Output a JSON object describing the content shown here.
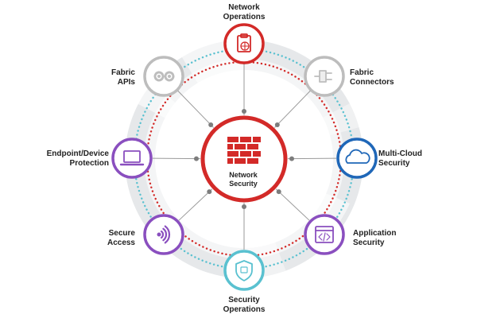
{
  "center": {
    "label": "Network\nSecurity",
    "icon": "firewall-icon",
    "color": "#d32a28"
  },
  "nodes": [
    {
      "key": "netops",
      "label": "Network\nOperations",
      "icon": "clipboard-globe-icon",
      "color": "#d32a28"
    },
    {
      "key": "conn",
      "label": "Fabric\nConnectors",
      "icon": "plug-icon",
      "color": "#bdbdbd"
    },
    {
      "key": "cloud",
      "label": "Multi-Cloud\nSecurity",
      "icon": "cloud-icon",
      "color": "#1f67b8"
    },
    {
      "key": "app",
      "label": "Application\nSecurity",
      "icon": "code-window-icon",
      "color": "#8a4fbf"
    },
    {
      "key": "secops",
      "label": "Security\nOperations",
      "icon": "shield-icon",
      "color": "#5ac1d0"
    },
    {
      "key": "secure",
      "label": "Secure\nAccess",
      "icon": "wireless-icon",
      "color": "#8a4fbf"
    },
    {
      "key": "endpoint",
      "label": "Endpoint/Device\nProtection",
      "icon": "laptop-icon",
      "color": "#8a4fbf"
    },
    {
      "key": "apis",
      "label": "Fabric\nAPIs",
      "icon": "gears-icon",
      "color": "#bdbdbd"
    }
  ],
  "rings": {
    "red_dotted": "#d32a28",
    "blue_dotted": "#5ac1d0",
    "outer_fill": "#e4e6e8",
    "spoke": "#9a9a9a"
  }
}
